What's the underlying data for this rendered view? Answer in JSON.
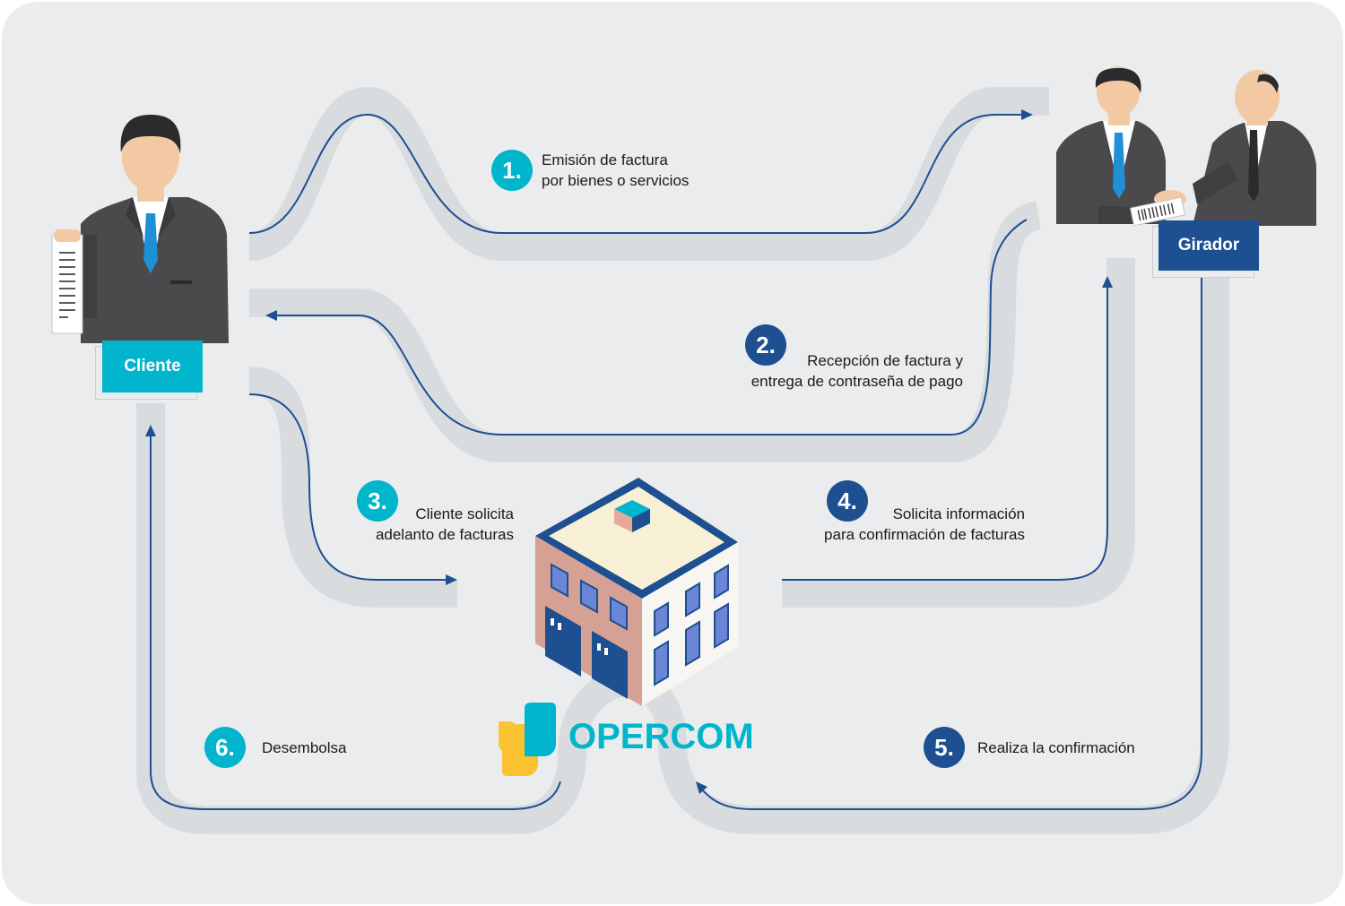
{
  "colors": {
    "background": "#ebeced",
    "road": "#d9dcdf",
    "line": "#1d4f91",
    "teal": "#00b5cc",
    "navy": "#1d4f91",
    "yellow": "#f9c22e",
    "suit": "#4a4a4c",
    "skin": "#f3c9a4"
  },
  "steps": [
    {
      "number": "1.",
      "lines": [
        "Emisión de factura",
        "por bienes o servicios"
      ],
      "badge_color": "#00b5cc"
    },
    {
      "number": "2.",
      "lines": [
        "Recepción de factura y",
        "entrega de contraseña de pago"
      ],
      "badge_color": "#1d4f91"
    },
    {
      "number": "3.",
      "lines": [
        "Cliente solicita",
        "adelanto de facturas"
      ],
      "badge_color": "#00b5cc"
    },
    {
      "number": "4.",
      "lines": [
        "Solicita información",
        "para confirmación de facturas"
      ],
      "badge_color": "#1d4f91"
    },
    {
      "number": "5.",
      "lines": [
        "Realiza la confirmación"
      ],
      "badge_color": "#1d4f91"
    },
    {
      "number": "6.",
      "lines": [
        "Desembolsa"
      ],
      "badge_color": "#00b5cc"
    }
  ],
  "roles": {
    "cliente": {
      "label": "Cliente",
      "color": "#00b5cc"
    },
    "girador": {
      "label": "Girador",
      "color": "#1d4f91"
    }
  },
  "brand": {
    "name": "OPERCOM",
    "color": "#00b5cc"
  },
  "icons": [
    "client-person-icon",
    "girador-handshake-icon",
    "opercom-building-icon",
    "opercom-logo-icon",
    "invoice-icon"
  ]
}
